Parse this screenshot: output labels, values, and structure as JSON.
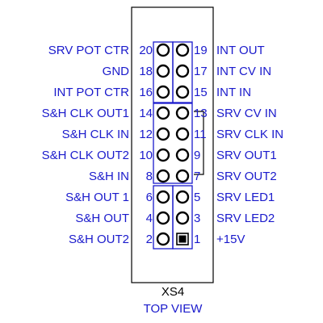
{
  "connector": {
    "designator": "XS4",
    "view_caption": "TOP VIEW"
  },
  "colors": {
    "label_blue": "#1a1acc",
    "outline_black": "#000000",
    "pad_black": "#000000",
    "background": "#ffffff"
  },
  "rows": [
    {
      "left_pin": "20",
      "left_label": "SRV POT CTR",
      "right_pin": "19",
      "right_label": "INT OUT"
    },
    {
      "left_pin": "18",
      "left_label": "GND",
      "right_pin": "17",
      "right_label": "INT CV IN"
    },
    {
      "left_pin": "16",
      "left_label": "INT POT CTR",
      "right_pin": "15",
      "right_label": "INT IN"
    },
    {
      "left_pin": "14",
      "left_label": "S&H CLK OUT1",
      "right_pin": "13",
      "right_label": "SRV CV IN"
    },
    {
      "left_pin": "12",
      "left_label": "S&H CLK IN",
      "right_pin": "11",
      "right_label": "SRV CLK IN"
    },
    {
      "left_pin": "10",
      "left_label": "S&H CLK OUT2",
      "right_pin": "9",
      "right_label": "SRV OUT1"
    },
    {
      "left_pin": "8",
      "left_label": "S&H IN",
      "right_pin": "7",
      "right_label": "SRV OUT2"
    },
    {
      "left_pin": "6",
      "left_label": "S&H OUT 1",
      "right_pin": "5",
      "right_label": "SRV LED1"
    },
    {
      "left_pin": "4",
      "left_label": "S&H OUT",
      "right_pin": "3",
      "right_label": "SRV LED2"
    },
    {
      "left_pin": "2",
      "left_label": "S&H OUT2",
      "right_pin": "1",
      "right_label": "+15V"
    }
  ]
}
